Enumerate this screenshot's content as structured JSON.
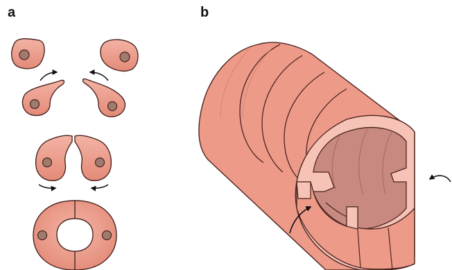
{
  "panels": {
    "a": {
      "label": "a"
    },
    "b": {
      "label": "b"
    }
  },
  "colors": {
    "cell_fill": "#ee9f8e",
    "cell_stroke": "#4a2420",
    "nucleus_fill": "#9e7b6c",
    "tube_outer": "#ee9a88",
    "tube_inner": "#c88a80",
    "tube_rim": "#f6c3b6",
    "arrow": "#111111"
  },
  "icons": {
    "arrow": "curved-arrow"
  }
}
